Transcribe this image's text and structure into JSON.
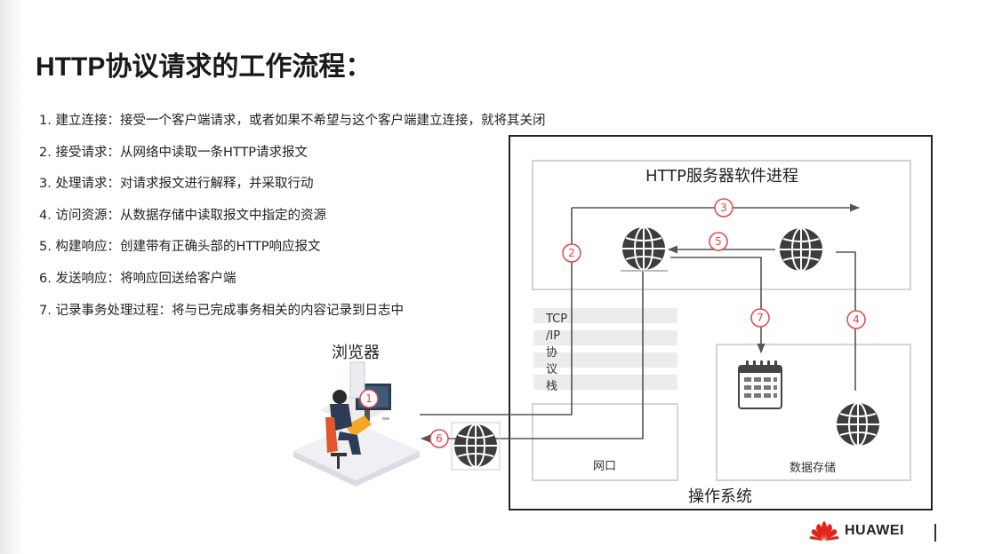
{
  "title": "HTTP协议请求的工作流程：",
  "steps": [
    "1. 建立连接：接受一个客户端请求，或者如果不希望与这个客户端建立连接，就将其关闭",
    "2. 接受请求：从网络中读取一条HTTP请求报文",
    "3. 处理请求：对请求报文进行解释，并采取行动",
    "4. 访问资源：从数据存储中读取报文中指定的资源",
    "5. 构建响应：创建带有正确头部的HTTP响应报文",
    "6. 发送响应：将响应回送给客户端",
    "7. 记录事务处理过程：将与已完成事务相关的内容记录到日志中"
  ],
  "diagram": {
    "browser_label": "浏览器",
    "server_process_label": "HTTP服务器软件进程",
    "tcp_stack_label": [
      "TCP",
      "/IP",
      "协",
      "议",
      "栈"
    ],
    "network_port_label": "网口",
    "data_storage_label": "数据存储",
    "os_label": "操作系统",
    "step_markers": [
      "1",
      "2",
      "3",
      "4",
      "5",
      "6",
      "7"
    ],
    "marker_color": "#e0474c"
  },
  "logo": {
    "text": "HUAWEI",
    "color": "#e2231a"
  }
}
